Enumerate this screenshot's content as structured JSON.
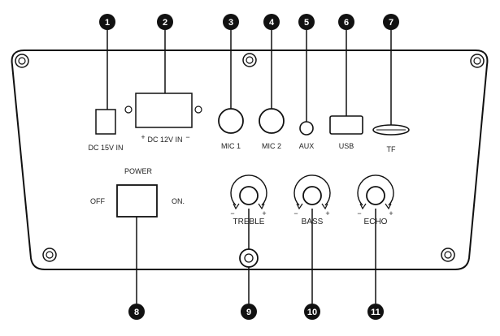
{
  "callouts": [
    "1",
    "2",
    "3",
    "4",
    "5",
    "6",
    "7",
    "8",
    "9",
    "10",
    "11"
  ],
  "labels": {
    "dc15v": "DC 15V IN",
    "dc12v": "DC 12V IN",
    "dc12v_plus": "+",
    "dc12v_minus": "−",
    "mic1": "MIC 1",
    "mic2": "MIC 2",
    "aux": "AUX",
    "usb": "USB",
    "tf": "TF",
    "power": "POWER",
    "off": "OFF",
    "on": "ON.",
    "treble": "TREBLE",
    "bass": "BASS",
    "echo": "ECHO",
    "knob_minus": "−",
    "knob_plus": "+"
  },
  "colors": {
    "line": "#111111",
    "callout_fill": "#111111",
    "background": "#ffffff"
  },
  "icons": {
    "screw": "screw-icon",
    "rotate": "rotate-arrow-icon"
  }
}
